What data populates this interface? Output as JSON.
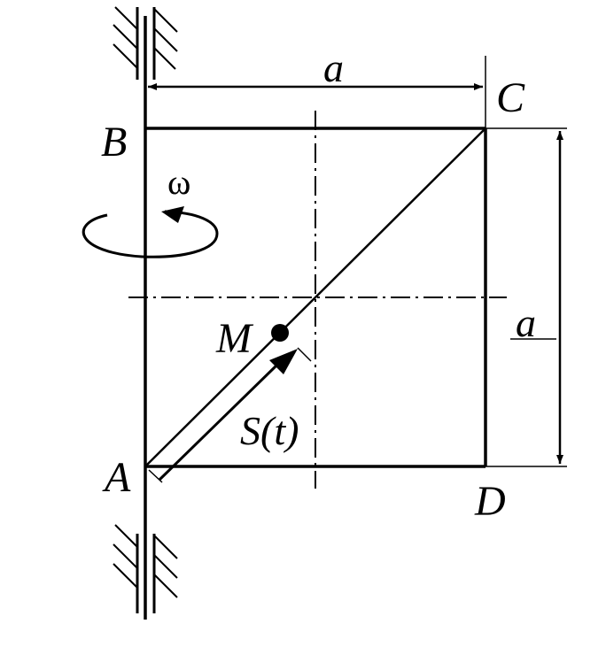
{
  "labels": {
    "top_dimension": "a",
    "right_dimension": "a",
    "corner_b": "B",
    "corner_c": "C",
    "corner_a": "A",
    "corner_d": "D",
    "point_m": "M",
    "omega": "ω",
    "path": "S(t)"
  },
  "colors": {
    "ink": "#000000",
    "background": "#ffffff"
  }
}
